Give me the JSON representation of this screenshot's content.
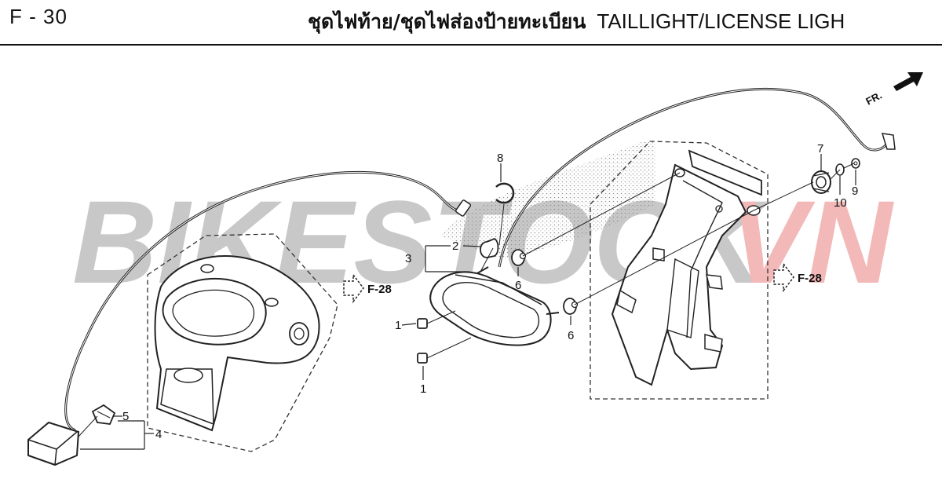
{
  "header": {
    "page_code": "F - 30",
    "title_thai": "ชุดไฟท้าย/ชุดไฟส่องป้ายทะเบียน",
    "title_english": "TAILLIGHT/LICENSE LIGH"
  },
  "watermark": {
    "text_gray": "BIKESTOCK",
    "text_red": "VN",
    "gray_color": "#c8c8c8",
    "red_color": "#f3b8b8"
  },
  "references": {
    "left": "F-28",
    "right": "F-28"
  },
  "direction_indicator": "FR.",
  "callouts": {
    "c1a": "1",
    "c1b": "1",
    "c2": "2",
    "c3": "3",
    "c4": "4",
    "c5": "5",
    "c6a": "6",
    "c6b": "6",
    "c7": "7",
    "c8": "8",
    "c9": "9",
    "c10": "10"
  },
  "icons": [
    "arrow-right-icon",
    "front-direction-arrow-icon"
  ]
}
